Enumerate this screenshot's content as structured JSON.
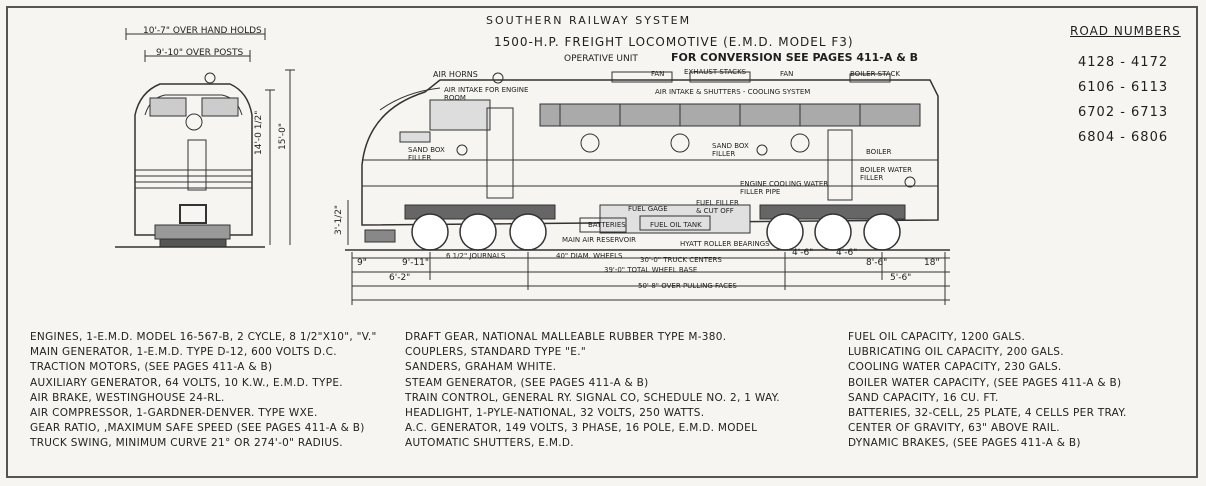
{
  "header": {
    "system": "SOUTHERN RAILWAY SYSTEM",
    "model": "1500-H.P. FREIGHT LOCOMOTIVE (E.M.D. MODEL F3)",
    "unit": "OPERATIVE UNIT",
    "conversion": "FOR CONVERSION SEE PAGES 411-A & B"
  },
  "road_numbers": {
    "title": "ROAD NUMBERS",
    "items": [
      "4128 - 4172",
      "6106 - 6113",
      "6702 - 6713",
      "6804 - 6806"
    ]
  },
  "front_view": {
    "over_hand_holds": "10'-7\" OVER HAND HOLDS",
    "over_posts": "9'-10\" OVER POSTS",
    "height_a": "14'-0 1/2\"",
    "height_b": "15'-0\"",
    "height_c": "3'-1/2\""
  },
  "labels": {
    "air_horns": "AIR HORNS",
    "air_intake": "AIR INTAKE FOR ENGINE ROOM",
    "fan1": "FAN",
    "exhaust": "EXHAUST STACKS",
    "fan2": "FAN",
    "boiler_stack": "BOILER STACK",
    "shutters": "AIR INTAKE & SHUTTERS - COOLING SYSTEM",
    "sand_box_1": "SAND BOX FILLER",
    "sand_box_2": "SAND BOX FILLER",
    "boiler": "BOILER",
    "boiler_water": "BOILER WATER FILLER",
    "engine_cooling": "ENGINE COOLING WATER FILLER PIPE",
    "fuel_gage": "FUEL GAGE",
    "fuel_filler": "FUEL FILLER & CUT OFF",
    "batteries": "BATTERIES",
    "fuel_tank": "FUEL OIL TANK",
    "main_reservoir": "MAIN AIR RESERVOIR",
    "roller_bearings": "HYATT ROLLER BEARINGS",
    "journals": "6 1/2\" JOURNALS",
    "wheels": "40\" DIAM. WHEELS",
    "truck_centers": "30'-0\" TRUCK CENTERS",
    "wheel_base": "39'-0\" TOTAL WHEEL BASE",
    "pulling_faces": "50'-8\" OVER PULLING FACES"
  },
  "dims": {
    "d1": "9\"",
    "d2": "9'-11\"",
    "d3": "6'-2\"",
    "d4": "4'-6\"",
    "d5": "4'-6\"",
    "d6": "8'-6\"",
    "d7": "18\"",
    "d8": "5'-6\""
  },
  "specs_col1": [
    "ENGINES, 1-E.M.D. MODEL 16-567-B, 2 CYCLE, 8 1/2\"X10\", \"V.\"",
    "MAIN GENERATOR, 1-E.M.D. TYPE D-12, 600 VOLTS D.C.",
    "TRACTION MOTORS, (SEE PAGES 411-A & B)",
    "AUXILIARY GENERATOR, 64 VOLTS, 10 K.W., E.M.D. TYPE.",
    "AIR BRAKE, WESTINGHOUSE 24-RL.",
    "AIR COMPRESSOR, 1-GARDNER-DENVER. TYPE WXE.",
    "GEAR RATIO,        ,MAXIMUM SAFE SPEED (SEE PAGES 411-A & B)",
    "TRUCK SWING, MINIMUM CURVE 21° OR 274'-0\" RADIUS."
  ],
  "specs_col2": [
    "DRAFT GEAR, NATIONAL MALLEABLE RUBBER TYPE M-380.",
    "COUPLERS, STANDARD TYPE \"E.\"",
    "SANDERS, GRAHAM WHITE.",
    "STEAM GENERATOR, (SEE PAGES 411-A & B)",
    "TRAIN CONTROL, GENERAL RY. SIGNAL CO, SCHEDULE NO. 2, 1 WAY.",
    "HEADLIGHT, 1-PYLE-NATIONAL, 32 VOLTS, 250 WATTS.",
    "A.C. GENERATOR, 149 VOLTS, 3 PHASE, 16 POLE, E.M.D. MODEL",
    "AUTOMATIC SHUTTERS, E.M.D."
  ],
  "specs_col3": [
    "FUEL OIL CAPACITY, 1200 GALS.",
    "LUBRICATING OIL CAPACITY, 200 GALS.",
    "COOLING WATER CAPACITY, 230 GALS.",
    "BOILER WATER CAPACITY, (SEE PAGES 411-A & B)",
    "SAND CAPACITY, 16 CU. FT.",
    "BATTERIES, 32-CELL, 25 PLATE, 4 CELLS PER TRAY.",
    "CENTER OF GRAVITY, 63\" ABOVE RAIL.",
    "DYNAMIC BRAKES, (SEE PAGES 411-A & B)"
  ]
}
